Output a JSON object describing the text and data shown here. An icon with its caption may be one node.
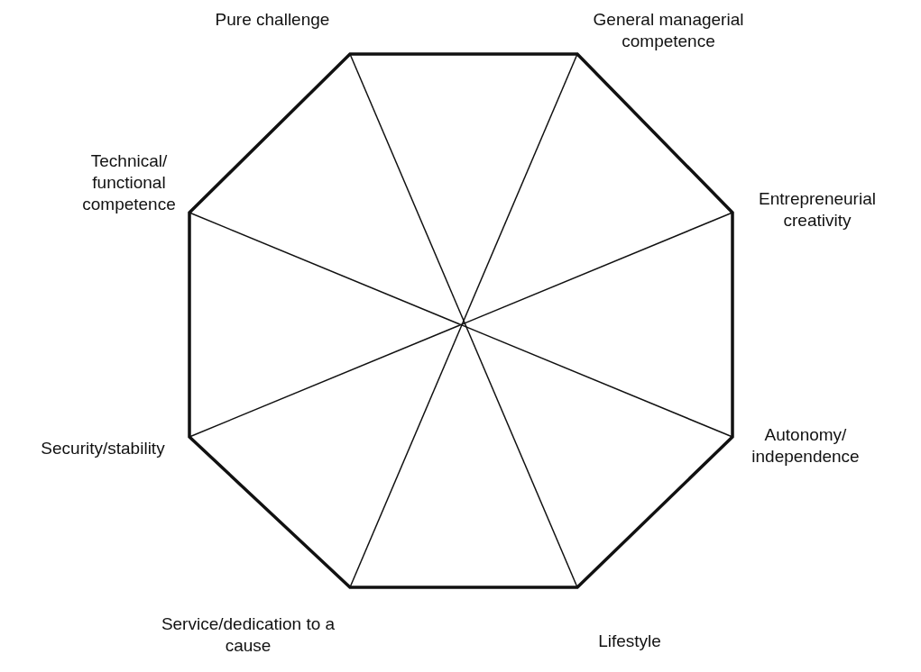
{
  "diagram": {
    "labels": [
      "Pure challenge",
      "General managerial competence",
      "Technical/ functional competence",
      "Entrepreneurial creativity",
      "Security/stability",
      "Autonomy/ independence",
      "Service/dedication to a cause",
      "Lifestyle"
    ]
  }
}
